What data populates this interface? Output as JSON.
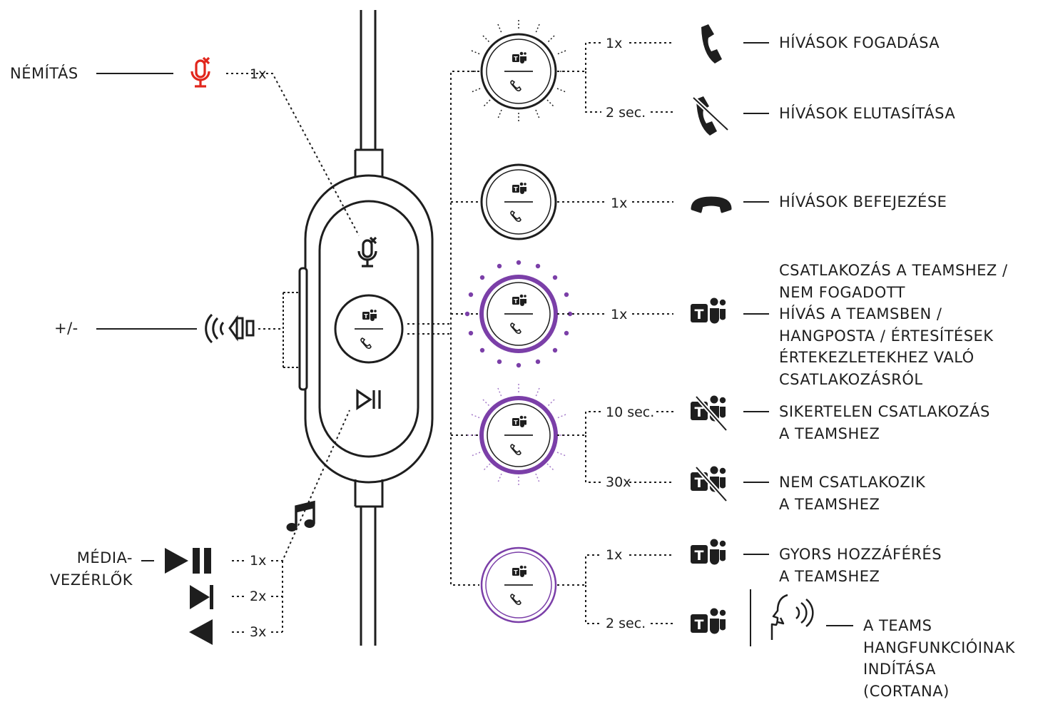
{
  "left": {
    "mute_label": "NÉMÍTÁS",
    "mute_count": "1x",
    "volume_label": "+/-",
    "media_label_lines": [
      "MÉDIA-",
      "VEZÉRLŐK"
    ],
    "media_counts": [
      "1x",
      "2x",
      "3x"
    ]
  },
  "right": {
    "counts": [
      "1x",
      "2 sec.",
      "1x",
      "1x",
      "10 sec.",
      "30x",
      "1x",
      "2 sec."
    ],
    "labels": {
      "answer": [
        "HÍVÁSOK FOGADÁSA"
      ],
      "reject": [
        "HÍVÁSOK ELUTASÍTÁSA"
      ],
      "end": [
        "HÍVÁSOK BEFEJEZÉSE"
      ],
      "join": [
        "CSATLAKOZÁS A TEAMSHEZ /",
        "NEM FOGADOTT",
        "HÍVÁS A TEAMSBEN /",
        "HANGPOSTA / ÉRTESÍTÉSEK",
        "ÉRTEKEZLETEKHEZ VALÓ",
        "CSATLAKOZÁSRÓL"
      ],
      "fail": [
        "SIKERTELEN CSATLAKOZÁS",
        "A TEAMSHEZ"
      ],
      "not_connected": [
        "NEM CSATLAKOZIK",
        "A TEAMSHEZ"
      ],
      "quick": [
        "GYORS HOZZÁFÉRÉS",
        "A TEAMSHEZ"
      ],
      "voice": [
        "A TEAMS",
        "HANGFUNKCIÓINAK",
        "INDÍTÁSA",
        "(CORTANA)"
      ]
    }
  },
  "colors": {
    "ink": "#1e1e1e",
    "mute_red": "#e1261c",
    "teams_purple": "#7b3fa8",
    "teams_purple_light": "#a57bc9"
  },
  "icons": [
    "mute-microphone-icon",
    "speaker-volume-icon",
    "play-pause-icon",
    "music-note-icon",
    "next-track-icon",
    "previous-track-icon",
    "teams-logo-icon",
    "phone-icon",
    "reject-call-icon",
    "hang-up-icon",
    "voice-command-icon"
  ]
}
